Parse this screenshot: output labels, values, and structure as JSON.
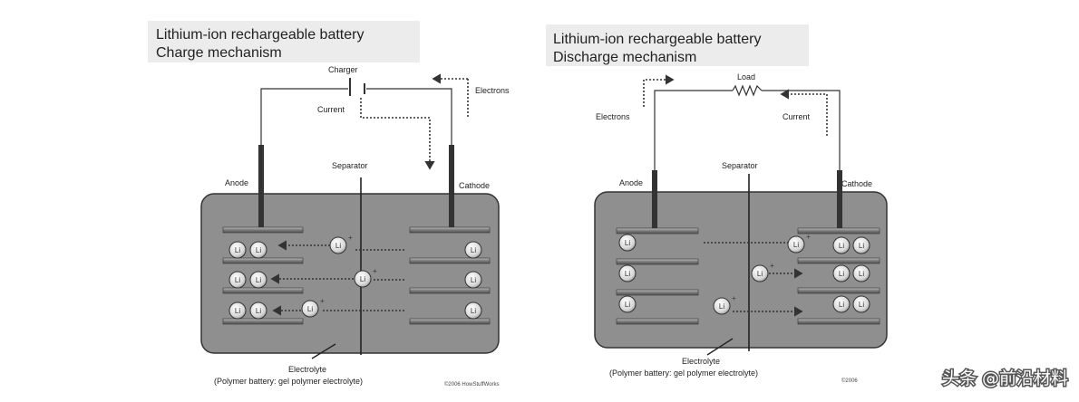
{
  "charge": {
    "title_line1": "Lithium-ion rechargeable battery",
    "title_line2": "Charge mechanism",
    "charger_label": "Charger",
    "current_label": "Current",
    "electrons_label": "Electrons",
    "anode_label": "Anode",
    "separator_label": "Separator",
    "cathode_label": "Cathode",
    "electrolyte_label": "Electrolyte",
    "electrolyte_note": "(Polymer battery: gel polymer electrolyte)",
    "copyright": "©2006 HowStuffWorks"
  },
  "discharge": {
    "title_line1": "Lithium-ion rechargeable battery",
    "title_line2": "Discharge mechanism",
    "load_label": "Load",
    "electrons_label": "Electrons",
    "current_label": "Current",
    "anode_label": "Anode",
    "separator_label": "Separator",
    "cathode_label": "Cathode",
    "electrolyte_label": "Electrolyte",
    "electrolyte_note": "(Polymer battery: gel polymer electrolyte)",
    "copyright": "©2006"
  },
  "ion_symbol": "Li",
  "ion_charge": "+",
  "watermark": "头条 @前沿材料"
}
